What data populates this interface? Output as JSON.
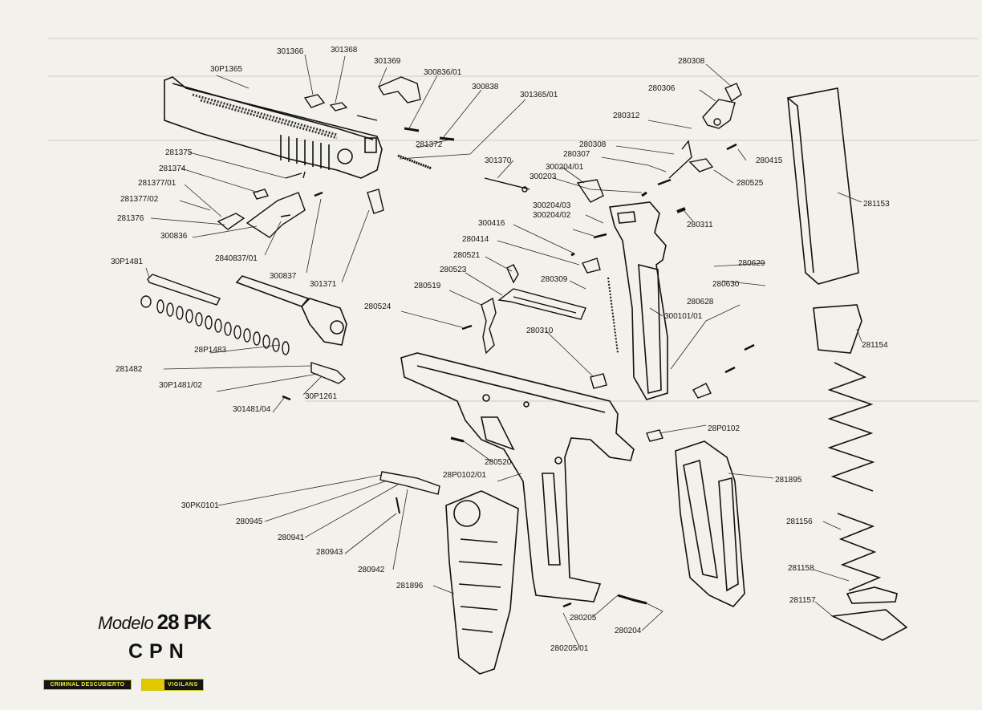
{
  "title": {
    "model_word": "Modelo",
    "model_number": "28 PK",
    "brand": "CPN"
  },
  "logos": {
    "left": "CRIMINAL DESCUBIERTO",
    "right": "VIGILANS"
  },
  "colors": {
    "ink": "#161616",
    "paper": "#f3f1ec",
    "logo_bg": "#151515",
    "logo_text": "#f0ee3a"
  },
  "labels": {
    "p301366": "301366",
    "p301368": "301368",
    "p301369": "301369",
    "p300836_01": "300836/01",
    "p300838": "300838",
    "p301365_01": "301365/01",
    "p30P1365": "30P1365",
    "p280308a": "280308",
    "p280306": "280306",
    "p280312": "280312",
    "p280308b": "280308",
    "p280307": "280307",
    "p281372": "281372",
    "p301370": "301370",
    "p300204_01": "300204/01",
    "p300203": "300203",
    "p280415": "280415",
    "p280525": "280525",
    "p281153": "281153",
    "p281375": "281375",
    "p281374": "281374",
    "p281377_01": "281377/01",
    "p281377_02": "281377/02",
    "p281376": "281376",
    "p300836": "300836",
    "p2840837_01": "2840837/01",
    "p300837": "300837",
    "p301371": "301371",
    "p300204_03": "300204/03",
    "p300204_02": "300204/02",
    "p300416": "300416",
    "p280311": "280311",
    "p280414": "280414",
    "p280521": "280521",
    "p280523": "280523",
    "p280309": "280309",
    "p280519": "280519",
    "p280524": "280524",
    "p280310": "280310",
    "p280629": "280629",
    "p280630": "280630",
    "p280628": "280628",
    "p300101_01": "300101/01",
    "p281154": "281154",
    "p30P1481": "30P1481",
    "p28P1483": "28P1483",
    "p281482": "281482",
    "p30P1481_02": "30P1481/02",
    "p30P1261": "30P1261",
    "p301481_04": "301481/04",
    "p28P0102": "28P0102",
    "p280520": "280520",
    "p28P0102_01": "28P0102/01",
    "p281895": "281895",
    "p30PK0101": "30PK0101",
    "p280945": "280945",
    "p280941": "280941",
    "p280943": "280943",
    "p280942": "280942",
    "p281896": "281896",
    "p281156": "281156",
    "p281158": "281158",
    "p281157": "281157",
    "p280205": "280205",
    "p280204": "280204",
    "p280205_01": "280205/01"
  }
}
